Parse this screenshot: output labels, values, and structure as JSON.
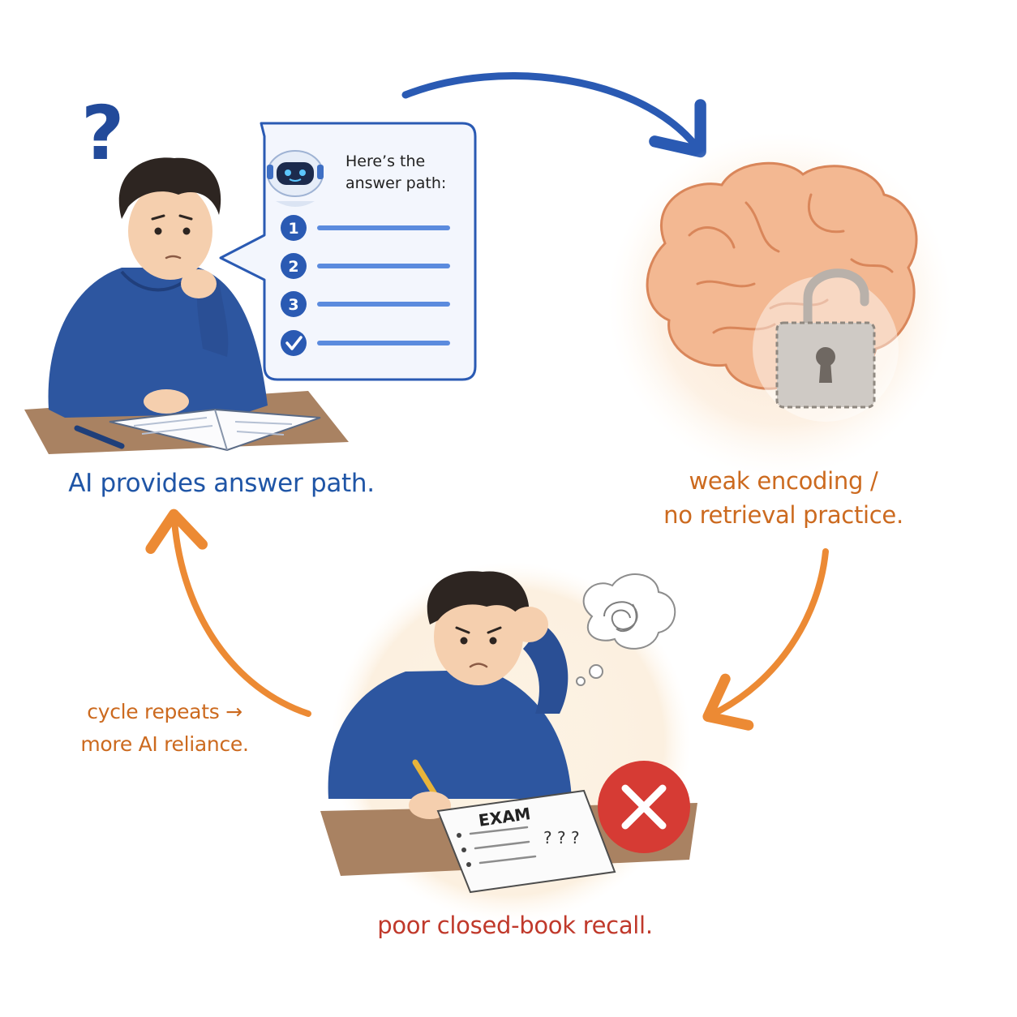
{
  "bubble": {
    "line1": "Here’s the",
    "line2": "answer path:",
    "steps": [
      "1",
      "2",
      "3"
    ]
  },
  "exam": {
    "paper_title": "EXAM"
  },
  "labels": {
    "step1": "AI provides answer path.",
    "step2_line1": "weak encoding /",
    "step2_line2": "no retrieval practice.",
    "step3": "poor closed-book recall.",
    "step4_line1": "cycle repeats →",
    "step4_line2": "more AI reliance."
  },
  "colors": {
    "blue_accent": "#2a5ab3",
    "orange_accent": "#ec8a34",
    "red_accent": "#d63b34",
    "hoodie": "#2d56a0",
    "brain": "#f3b892"
  },
  "icons": [
    "question-mark-icon",
    "robot-icon",
    "check-icon",
    "padlock-open-icon",
    "x-icon",
    "thought-bubble-icon",
    "pencil-icon"
  ]
}
